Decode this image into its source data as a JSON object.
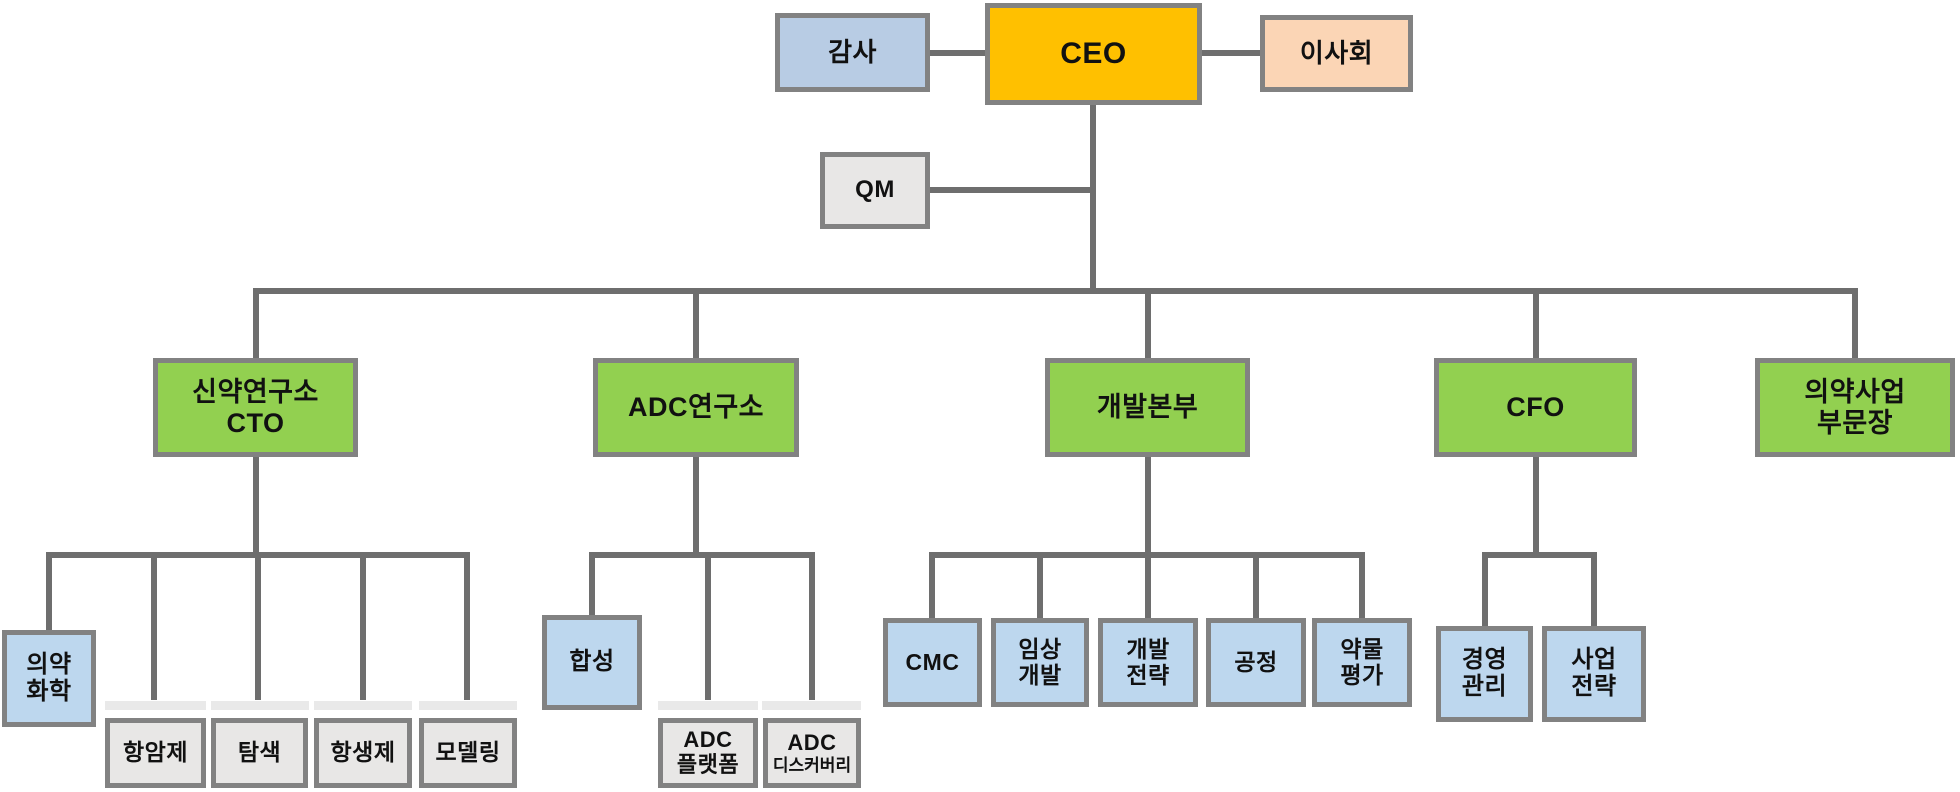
{
  "colors": {
    "ceo-fill": "#FFC000",
    "audit-fill": "#B8CCE4",
    "board-fill": "#FBD5B5",
    "gray-fill": "#E8E7E6",
    "green-fill": "#92D050",
    "blue-fill": "#BDD7EE",
    "border": "#828282",
    "line": "#6E6E6E",
    "strip": "#E9E9E9",
    "text": "#111111"
  },
  "org": {
    "executive": {
      "audit": "감사",
      "ceo": "CEO",
      "board": "이사회",
      "qm": "QM"
    },
    "divisions": {
      "cto": {
        "lines": [
          "신약연구소",
          "CTO"
        ]
      },
      "adc": {
        "lines": [
          "ADC연구소"
        ]
      },
      "dev": {
        "lines": [
          "개발본부"
        ]
      },
      "cfo": {
        "lines": [
          "CFO"
        ]
      },
      "pharma": {
        "lines": [
          "의약사업",
          "부문장"
        ]
      }
    },
    "cto_children": {
      "med_chem": {
        "lines": [
          "의약",
          "화학"
        ]
      },
      "anticancer": {
        "lines": [
          "항암제"
        ]
      },
      "exploration": {
        "lines": [
          "탐색"
        ]
      },
      "antibiotics": {
        "lines": [
          "항생제"
        ]
      },
      "modeling": {
        "lines": [
          "모델링"
        ]
      }
    },
    "adc_children": {
      "synthesis": {
        "lines": [
          "합성"
        ]
      },
      "platform": {
        "lines": [
          "ADC",
          "플랫폼"
        ]
      },
      "discovery": {
        "lines": [
          "ADC",
          "디스커버리"
        ]
      }
    },
    "dev_children": {
      "cmc": {
        "lines": [
          "CMC"
        ]
      },
      "clinical": {
        "lines": [
          "임상",
          "개발"
        ]
      },
      "strategy": {
        "lines": [
          "개발",
          "전략"
        ]
      },
      "process": {
        "lines": [
          "공정"
        ]
      },
      "drug_eval": {
        "lines": [
          "약물",
          "평가"
        ]
      }
    },
    "cfo_children": {
      "management": {
        "lines": [
          "경영",
          "관리"
        ]
      },
      "biz_strategy": {
        "lines": [
          "사업",
          "전략"
        ]
      }
    }
  }
}
